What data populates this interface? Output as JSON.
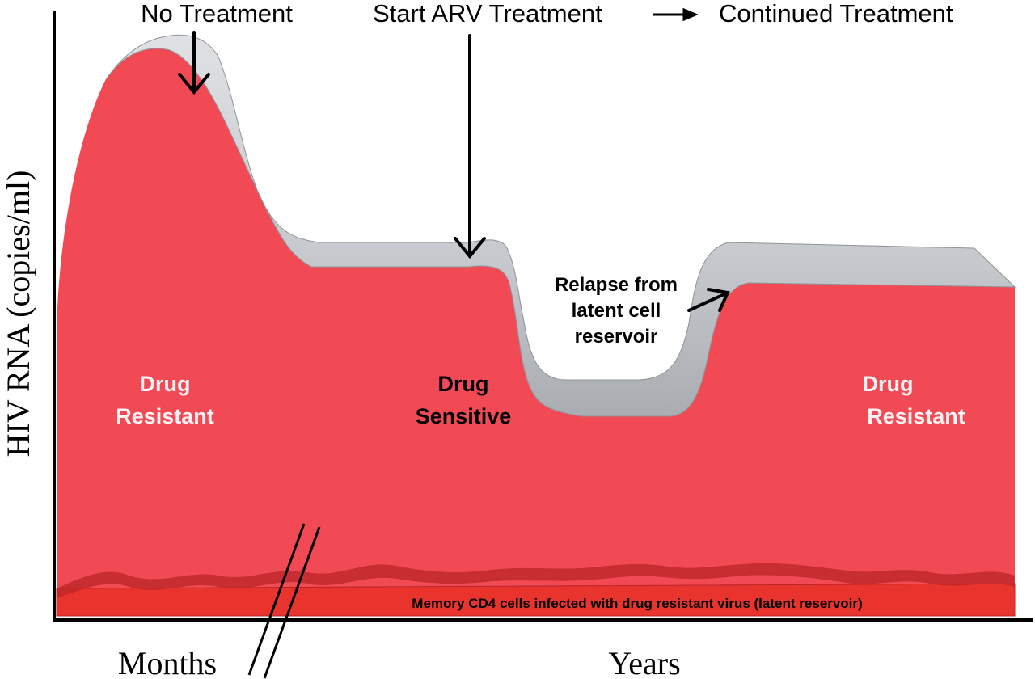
{
  "annotations": {
    "no_treatment": "No Treatment",
    "start_arv": "Start ARV Treatment",
    "continued": "Continued Treatment",
    "relapse_line1": "Relapse from",
    "relapse_line2": "latent cell",
    "relapse_line3": "reservoir"
  },
  "regions": {
    "left_line1": "Drug",
    "left_line2": "Resistant",
    "middle_line1": "Drug",
    "middle_line2": "Sensitive",
    "right_line1": "Drug",
    "right_line2": "Resistant"
  },
  "reservoir_label": "Memory CD4 cells infected with drug resistant virus (latent reservoir)",
  "axes": {
    "y_label": "HIV RNA (copies/ml)",
    "x_label_left": "Months",
    "x_label_right": "Years"
  },
  "colors": {
    "resistant": "#f0505a",
    "sensitive": "#ffffff",
    "ribbon_top": "#c9ccd0",
    "ribbon_edge": "#8f9297",
    "reservoir": "#c0282c"
  }
}
